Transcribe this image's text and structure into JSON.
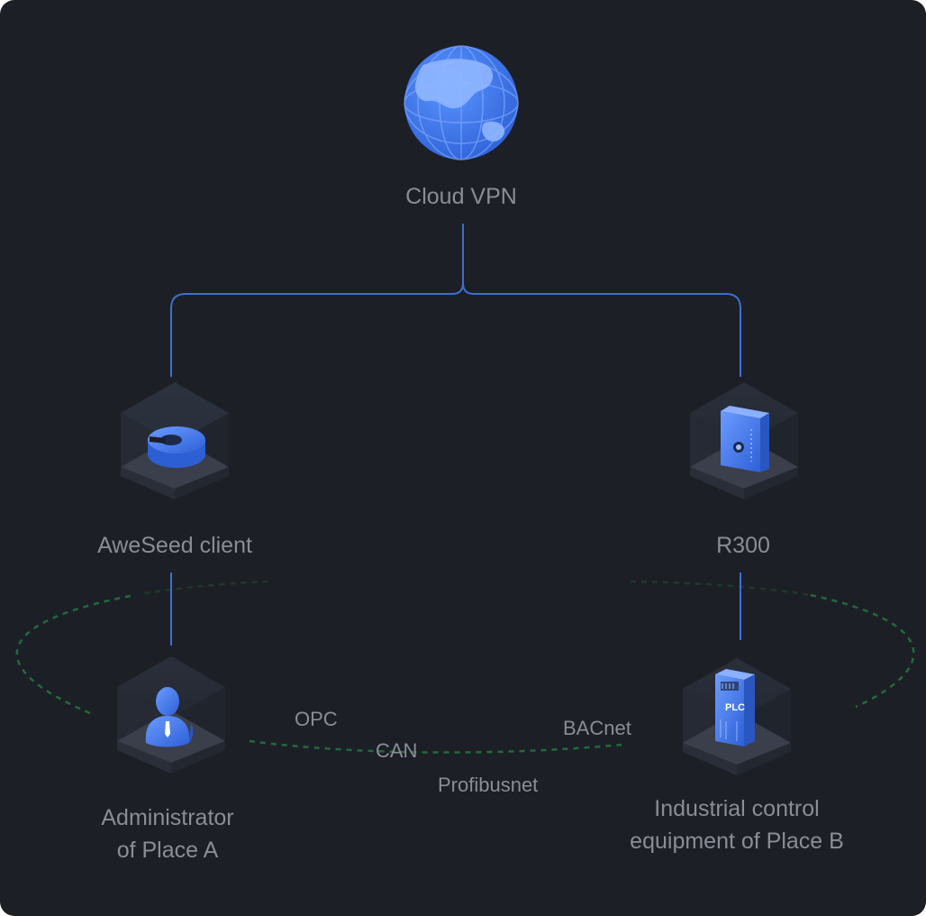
{
  "nodes": {
    "cloud": {
      "label": "Cloud VPN",
      "icon": "globe-icon"
    },
    "client": {
      "label": "AweSeed client",
      "icon": "client-disc-icon"
    },
    "router": {
      "label": "R300",
      "icon": "router-device-icon"
    },
    "admin": {
      "label_line1": "Administrator",
      "label_line2": "of Place A",
      "icon": "administrator-user-icon"
    },
    "industrial": {
      "label_line1": "Industrial control",
      "label_line2": "equipment of Place B",
      "icon": "plc-cabinet-icon",
      "device_text": "PLC"
    }
  },
  "protocols": [
    "OPC",
    "CAN",
    "Profibusnet",
    "BACnet"
  ],
  "colors": {
    "background": "#1d1f26",
    "vpn_link": "#3b6fd0",
    "local_network": "#1f6b3a",
    "label_text": "#8a8d96",
    "icon_blue": "#3d7cf0"
  }
}
